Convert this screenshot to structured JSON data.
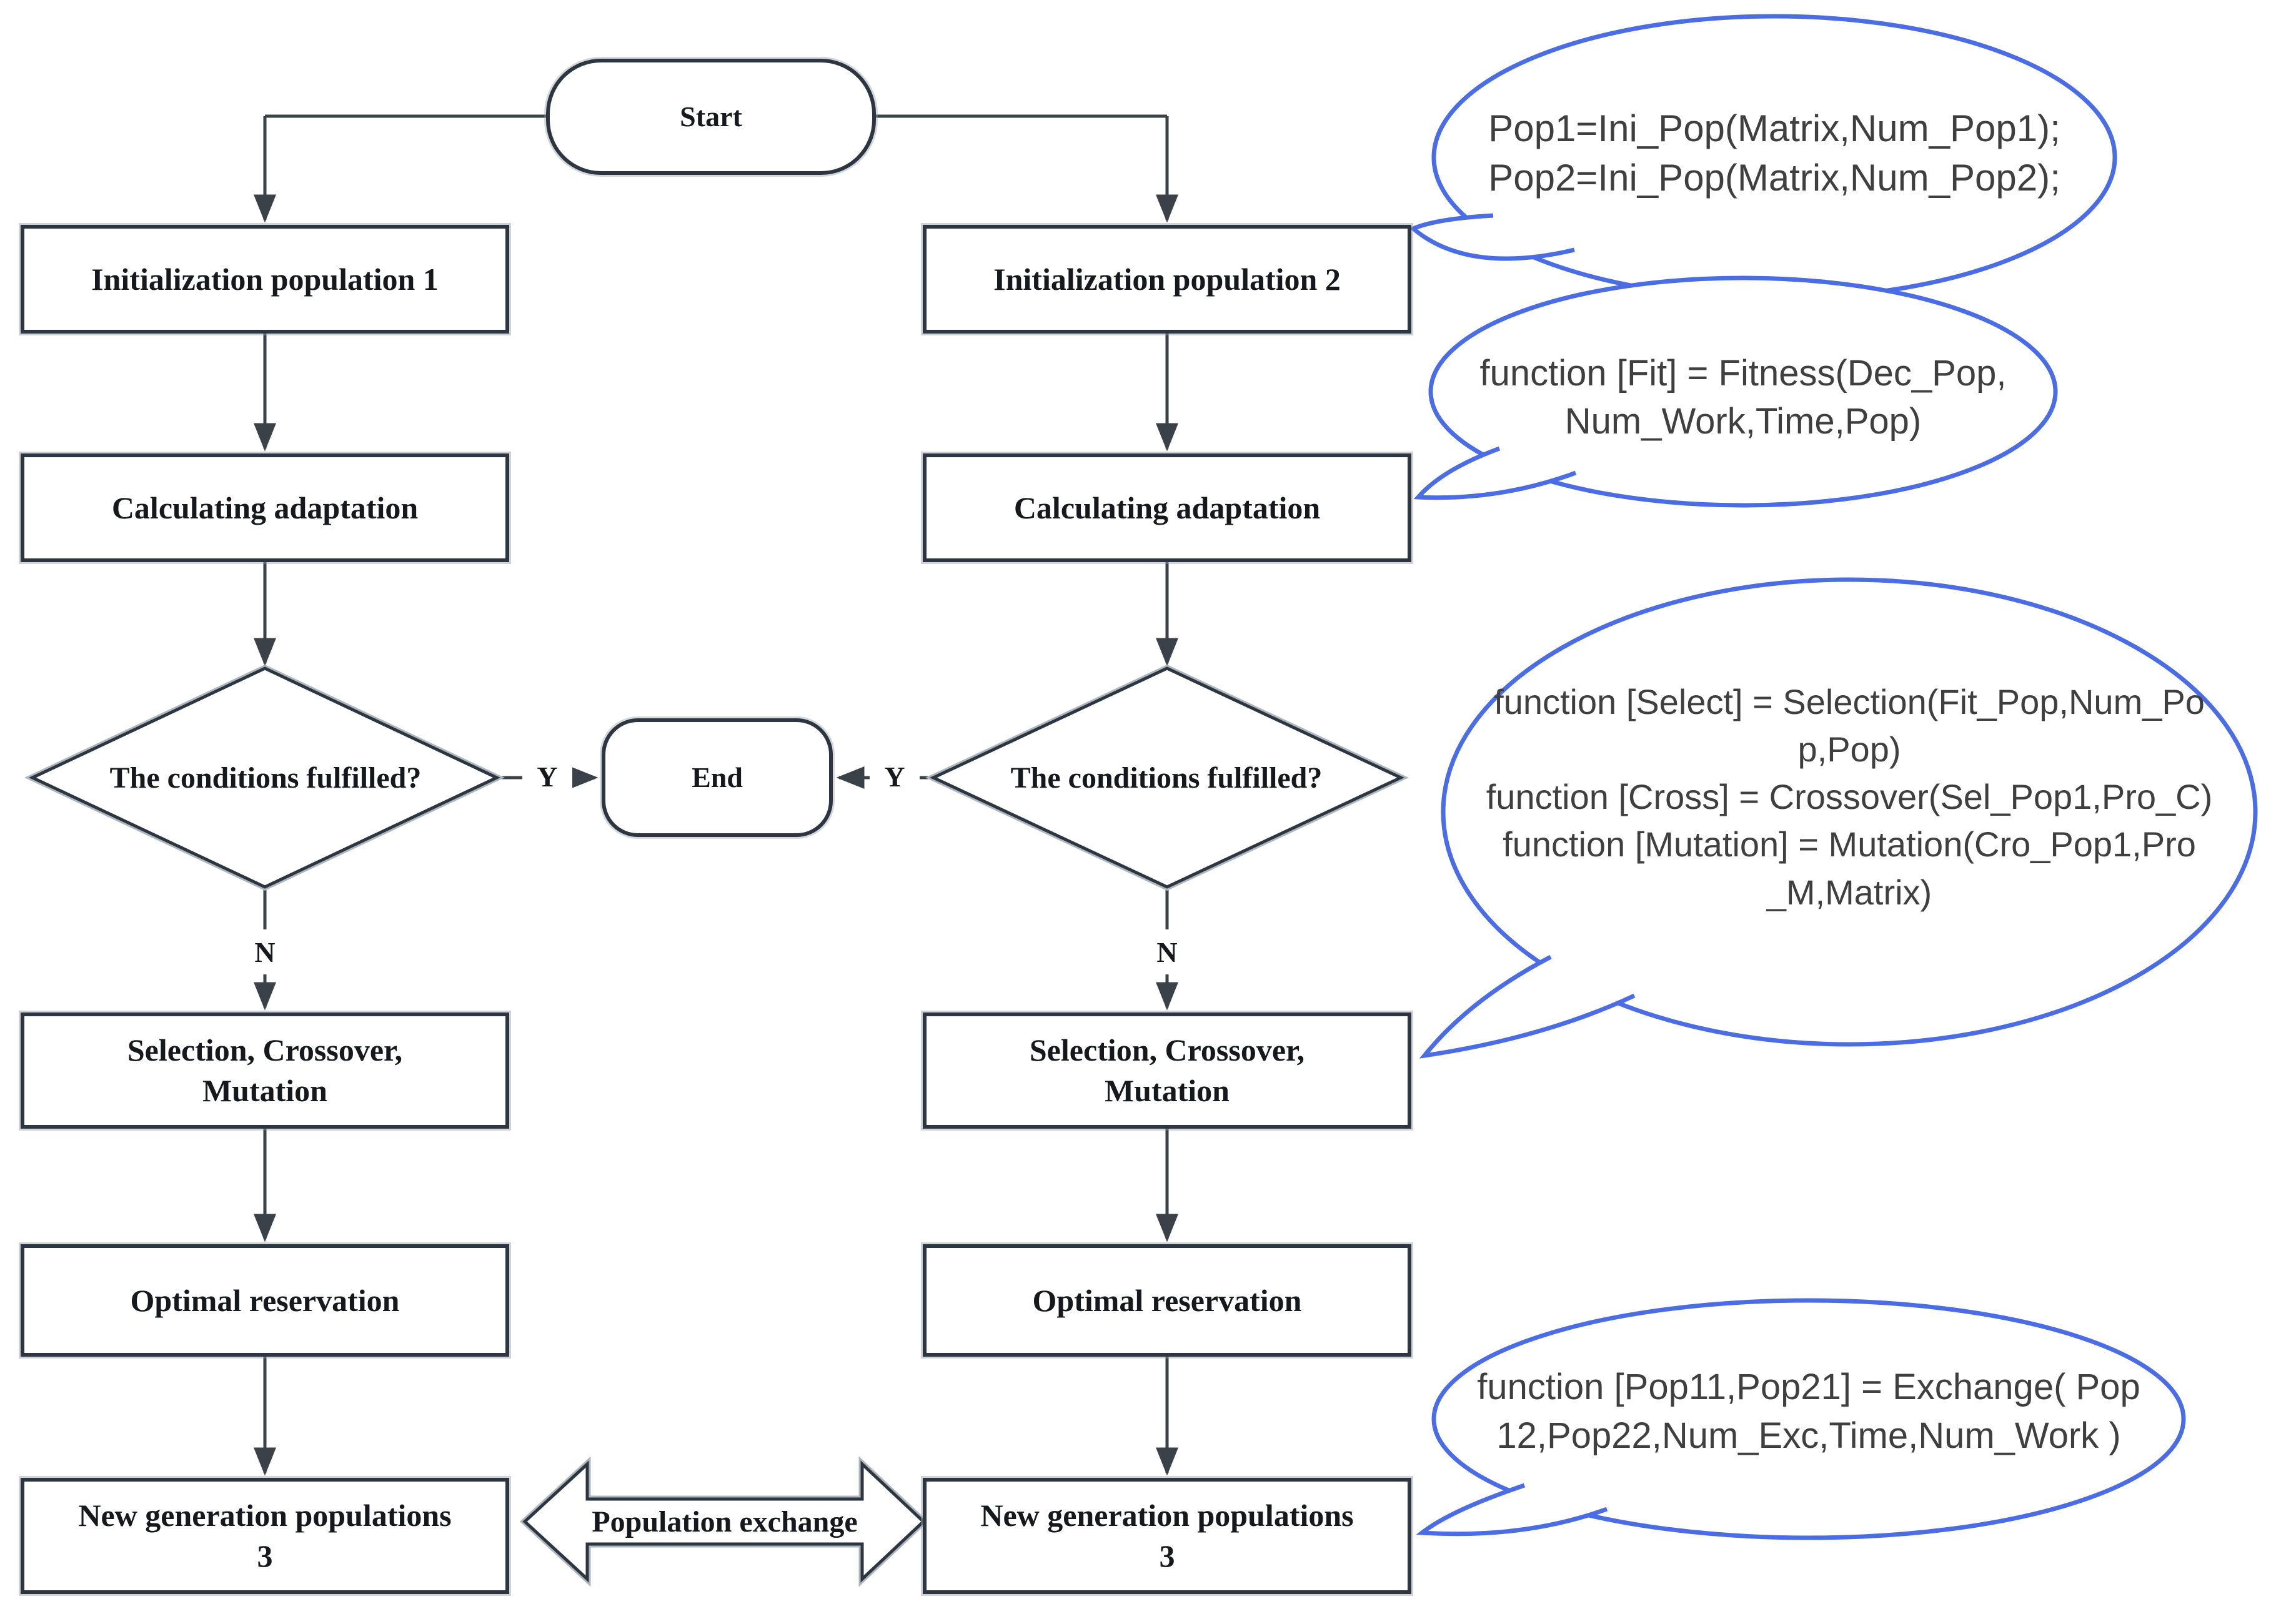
{
  "nodes": {
    "start": {
      "label": "Start"
    },
    "end": {
      "label": "End"
    },
    "init1": {
      "label": "Initialization population 1"
    },
    "init2": {
      "label": "Initialization population 2"
    },
    "calc1": {
      "label": "Calculating adaptation"
    },
    "calc2": {
      "label": "Calculating adaptation"
    },
    "cond1": {
      "label": "The conditions fulfilled?"
    },
    "cond2": {
      "label": "The conditions fulfilled?"
    },
    "scm1": {
      "label": "Selection, Crossover,\nMutation"
    },
    "scm2": {
      "label": "Selection, Crossover,\nMutation"
    },
    "opt1": {
      "label": "Optimal reservation"
    },
    "opt2": {
      "label": "Optimal reservation"
    },
    "newgen1": {
      "label": "New generation populations\n3"
    },
    "newgen2": {
      "label": "New generation populations\n3"
    }
  },
  "edges": {
    "yes1": "Y",
    "yes2": "Y",
    "no1": "N",
    "no2": "N",
    "exchange_label": "Population exchange"
  },
  "callouts": {
    "init": {
      "text": "Pop1=Ini_Pop(Matrix,Num_Pop1);\nPop2=Ini_Pop(Matrix,Num_Pop2);"
    },
    "fitness": {
      "text": "function [Fit] = Fitness(Dec_Pop,\nNum_Work,Time,Pop)"
    },
    "operators": {
      "text": "function [Select] = Selection(Fit_Pop,Num_Po\np,Pop)\nfunction [Cross] = Crossover(Sel_Pop1,Pro_C)\nfunction [Mutation] = Mutation(Cro_Pop1,Pro\n_M,Matrix)"
    },
    "exchange": {
      "text": "function [Pop11,Pop21] = Exchange( Pop\n12,Pop22,Num_Exc,Time,Num_Work )"
    }
  },
  "colors": {
    "bubble_stroke": "#4a6ce4",
    "shape_stroke": "#2d3640",
    "connector": "#3a4148",
    "background": "#ffffff",
    "label_text": "#15181d",
    "callout_text": "#3f3f3f"
  }
}
